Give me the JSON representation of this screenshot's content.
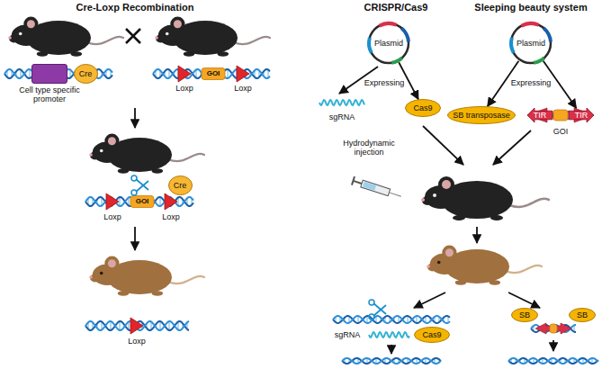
{
  "diagram": {
    "nodes": [
      {
        "text": [
          "Cell type specific promoter"
        ]
      },
      {
        "text": [
          "Cre"
        ]
      },
      {
        "text": [
          "Plasmid"
        ]
      },
      {
        "text": [
          "Cas9"
        ]
      },
      {
        "text": [
          "Plasmid"
        ]
      },
      {
        "text": [
          "SB transposase"
        ]
      },
      {
        "text": [
          "TIR"
        ]
      },
      {
        "text": [
          "TIR"
        ]
      },
      {
        "text": [
          "Cre"
        ]
      },
      {
        "text": [
          "Cas9"
        ]
      },
      {
        "text": [
          "SB"
        ]
      },
      {
        "text": [
          "SB"
        ]
      }
    ],
    "edges": [
      {
        "from": 2,
        "to": 3,
        "arrow": "to"
      },
      {
        "from": 4,
        "to": 5,
        "arrow": "to"
      },
      {
        "from": 4,
        "to": 7,
        "arrow": "to"
      }
    ],
    "labels": [
      "Cre-Loxp Recombination",
      "CRISPR/Cas9",
      "Sleeping beauty system",
      "Loxp",
      "GOI",
      "Loxp",
      "Expressing",
      "sgRNA",
      "Expressing",
      "GOI",
      "Hydrodynamic injection",
      "Loxp",
      "GOI",
      "Loxp",
      "Loxp",
      "sgRNA"
    ]
  }
}
